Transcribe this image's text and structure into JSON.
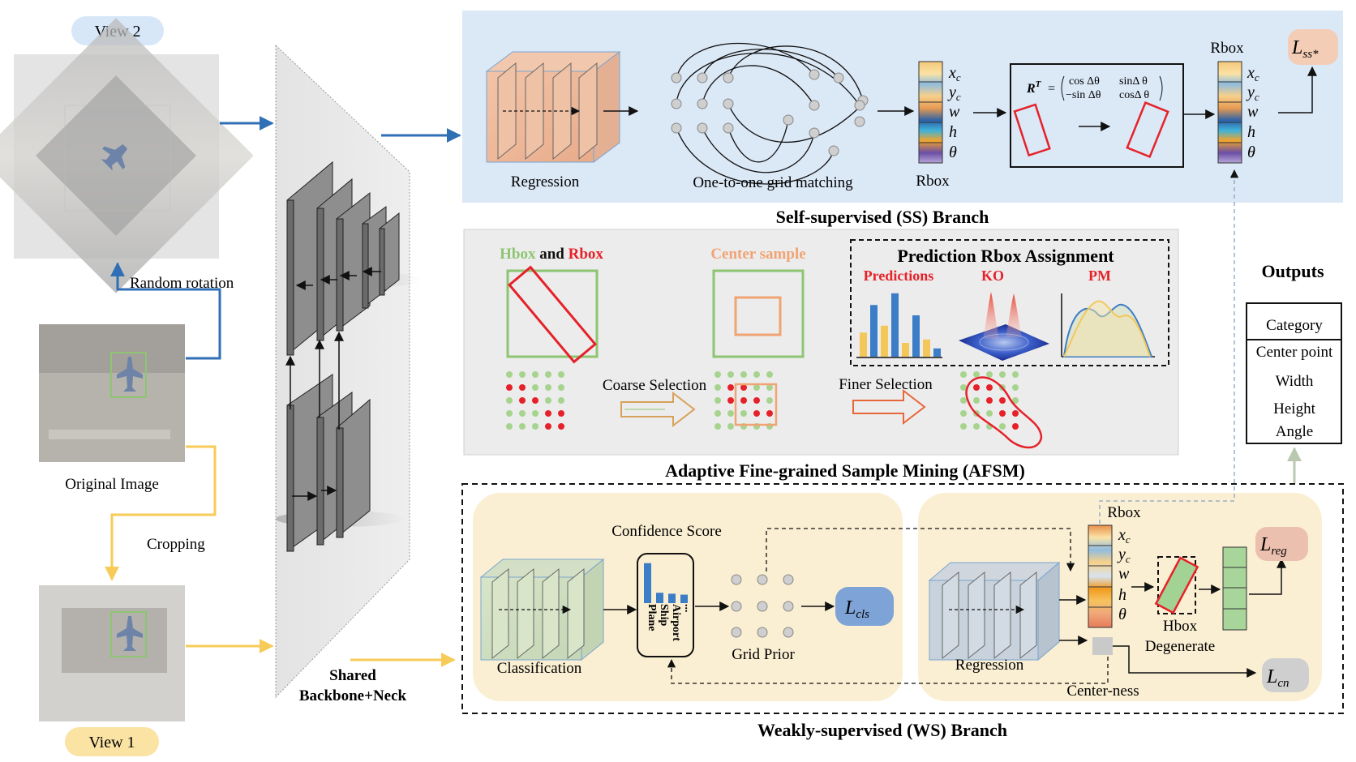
{
  "views": {
    "view2": "View 2",
    "view1": "View 1",
    "original_image": "Original Image",
    "random_rotation": "Random rotation",
    "cropping": "Cropping"
  },
  "backbone": {
    "line1": "Shared",
    "line2": "Backbone+Neck"
  },
  "ss_branch": {
    "title": "Self-supervised (SS)  Branch",
    "regression": "Regression",
    "grid_matching": "One-to-one grid matching",
    "rbox_bottom": "Rbox",
    "rbox_top": "Rbox",
    "rot_formula": {
      "lhs": "R",
      "sup": "T",
      "eq": "=",
      "row1a": "cos Δθ",
      "row1b": "sinΔ θ",
      "row2a": "−sin Δθ",
      "row2b": "cosΔ θ"
    },
    "loss": {
      "base": "L",
      "sub": "ss*"
    },
    "params": [
      "x",
      "y",
      "w",
      "h",
      "θ"
    ],
    "param_subs": [
      "c",
      "c",
      "",
      "",
      ""
    ]
  },
  "afsm": {
    "title": "Adaptive Fine-grained Sample Mining (AFSM)",
    "hbox": "Hbox",
    "and": "and",
    "rbox": "Rbox",
    "center_sample": "Center sample",
    "coarse_selection": "Coarse Selection",
    "finer_selection": "Finer Selection",
    "assignment_title": "Prediction Rbox Assignment",
    "predictions": "Predictions",
    "ko": "KO",
    "pm": "PM",
    "bar_values": [
      0.35,
      0.75,
      0.45,
      0.92,
      0.2,
      0.6,
      0.25,
      0.12
    ]
  },
  "ws_branch": {
    "title": "Weakly-supervised (WS)  Branch",
    "classification": "Classification",
    "confidence_score": "Confidence Score",
    "classes": [
      "Plane",
      "Ship",
      "Airport",
      "..."
    ],
    "class_scores": [
      0.85,
      0.22,
      0.2,
      0.18
    ],
    "grid_prior": "Grid Prior",
    "loss_cls": {
      "base": "L",
      "sub": "cls"
    },
    "regression": "Regression",
    "rbox": "Rbox",
    "hbox": "Hbox",
    "degenerate": "Degenerate",
    "centerness": "Center-ness",
    "loss_reg": {
      "base": "L",
      "sub": "reg"
    },
    "loss_cn": {
      "base": "L",
      "sub": "cn"
    },
    "params": [
      "x",
      "y",
      "w",
      "h",
      "θ"
    ],
    "param_subs": [
      "c",
      "c",
      "",
      "",
      ""
    ]
  },
  "outputs": {
    "title": "Outputs",
    "items": [
      "Category",
      "Center point",
      "Width",
      "Height",
      "Angle"
    ]
  },
  "colors": {
    "ss_bg": "#dbe8f6",
    "afsm_bg": "#eeeeee",
    "ws_bg": "#fbefd3",
    "blue_arrow": "#2f6fb5",
    "yellow_arrow": "#f7cb57",
    "green": "#8dc572",
    "red": "#e5222a",
    "orange": "#f0a373",
    "loss_ss_bg": "#f4cdb6",
    "loss_cls_bg": "#7ea3d6",
    "loss_reg_bg": "#ecc0ae",
    "loss_cn_bg": "#cfcfcf"
  }
}
